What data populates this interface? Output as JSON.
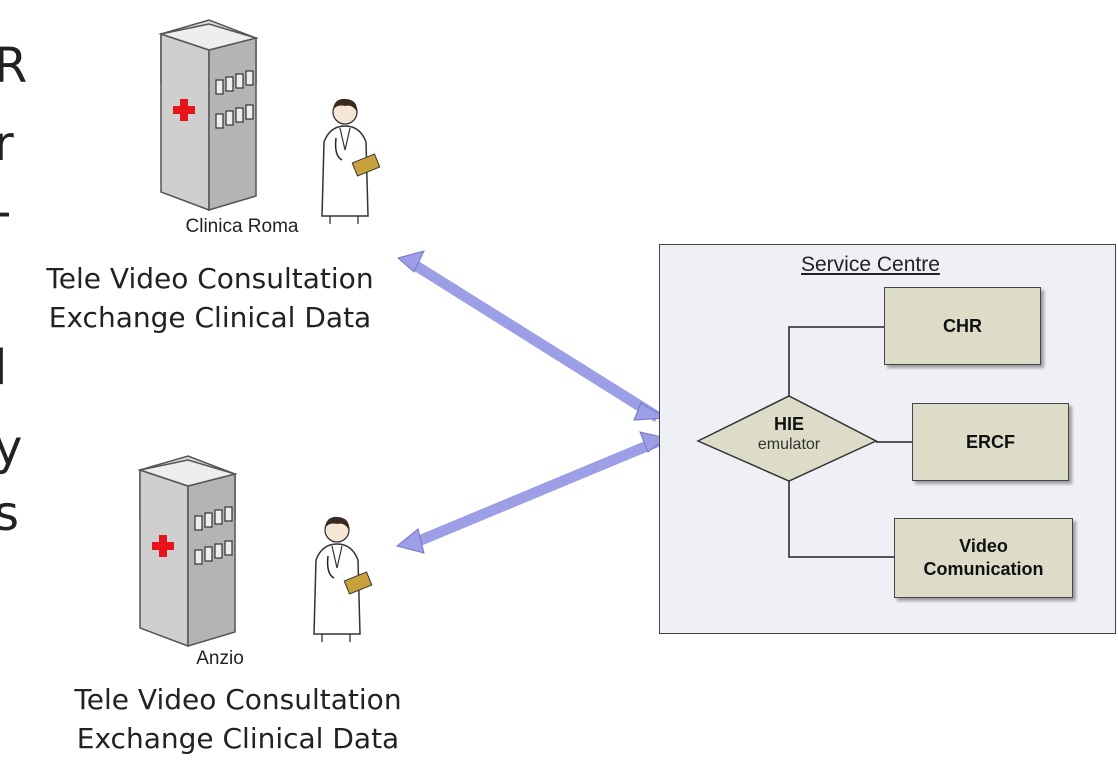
{
  "left_edge_chars": [
    "R",
    "r",
    "-",
    "l",
    "y",
    "s"
  ],
  "sites": [
    {
      "name": "Clinica Roma",
      "caption_line1": "Tele Video Consultation",
      "caption_line2": "Exchange Clinical Data"
    },
    {
      "name": "Anzio",
      "caption_line1": "Tele Video Consultation",
      "caption_line2": "Exchange Clinical Data"
    }
  ],
  "service_centre": {
    "title": "Service Centre",
    "hub": {
      "title": "HIE",
      "subtitle": "emulator"
    },
    "modules": [
      {
        "label": "CHR"
      },
      {
        "label": "ERCF"
      },
      {
        "label_line1": "Video",
        "label_line2": "Comunication"
      }
    ]
  },
  "colors": {
    "arrow": "#9c9ee6",
    "cross": "#e8141c",
    "module_fill": "#dcdcc8",
    "panel_fill": "#eef0f6"
  },
  "icons": [
    "hospital-building-icon",
    "doctor-icon"
  ]
}
